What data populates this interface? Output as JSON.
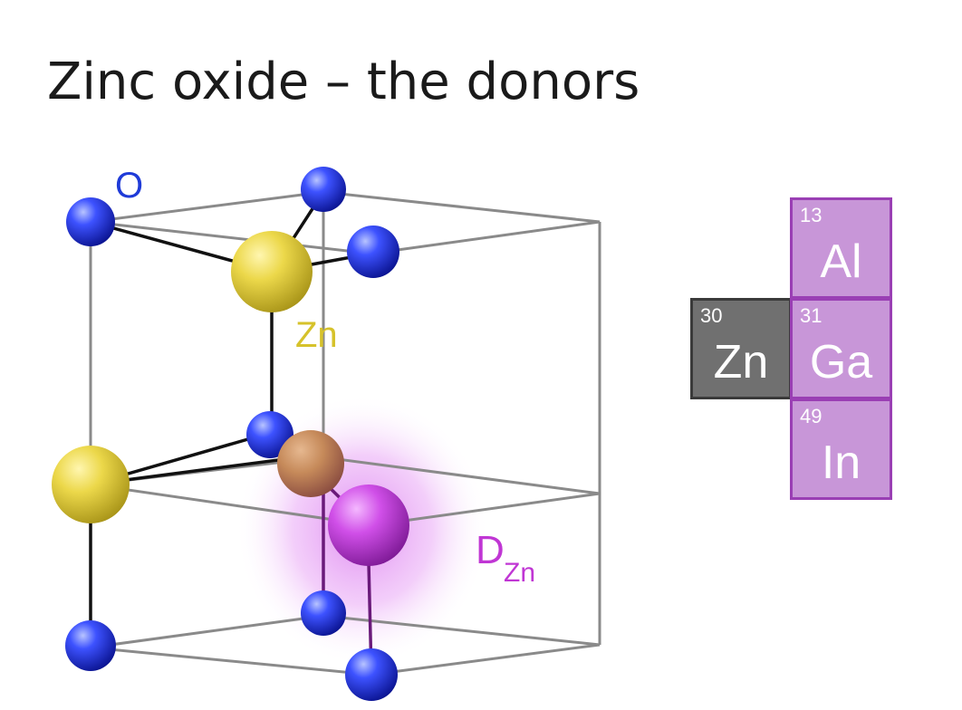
{
  "slide": {
    "title": "Zinc oxide – the donors"
  },
  "crystal": {
    "labels": {
      "oxygen": "O",
      "zinc": "Zn",
      "donor_main": "D",
      "donor_sub": "Zn"
    },
    "colors": {
      "oxygen": "#1a2fe0",
      "zinc": "#e6d13c",
      "donor": "#c040d8",
      "donor_label": "#c036d4",
      "zinc_label": "#d6c22b",
      "oxygen_label": "#1f3bd8"
    }
  },
  "periodic": {
    "zn": {
      "number": "30",
      "symbol": "Zn"
    },
    "group": [
      {
        "number": "13",
        "symbol": "Al"
      },
      {
        "number": "31",
        "symbol": "Ga"
      },
      {
        "number": "49",
        "symbol": "In"
      }
    ],
    "colors": {
      "zn_fill": "#707070",
      "group_fill": "#c896d8",
      "group_border": "#9a3fb4"
    }
  }
}
